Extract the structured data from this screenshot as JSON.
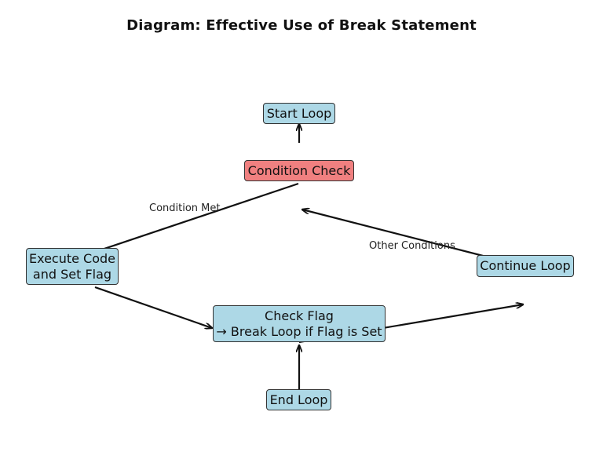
{
  "title": "Diagram: Effective Use of Break Statement",
  "nodes": {
    "start": "Start Loop",
    "condition": "Condition Check",
    "execute_line1": "Execute Code",
    "execute_line2": "and Set Flag",
    "continue": "Continue Loop",
    "check_line1": "Check Flag",
    "check_line2": "→ Break Loop if Flag is Set",
    "end": "End Loop"
  },
  "edge_labels": {
    "condition_met": "Condition Met",
    "other_conditions": "Other Conditions"
  },
  "colors": {
    "node_fill": "#add8e6",
    "condition_fill": "#f08080",
    "border": "#333333",
    "arrow": "#111111"
  }
}
